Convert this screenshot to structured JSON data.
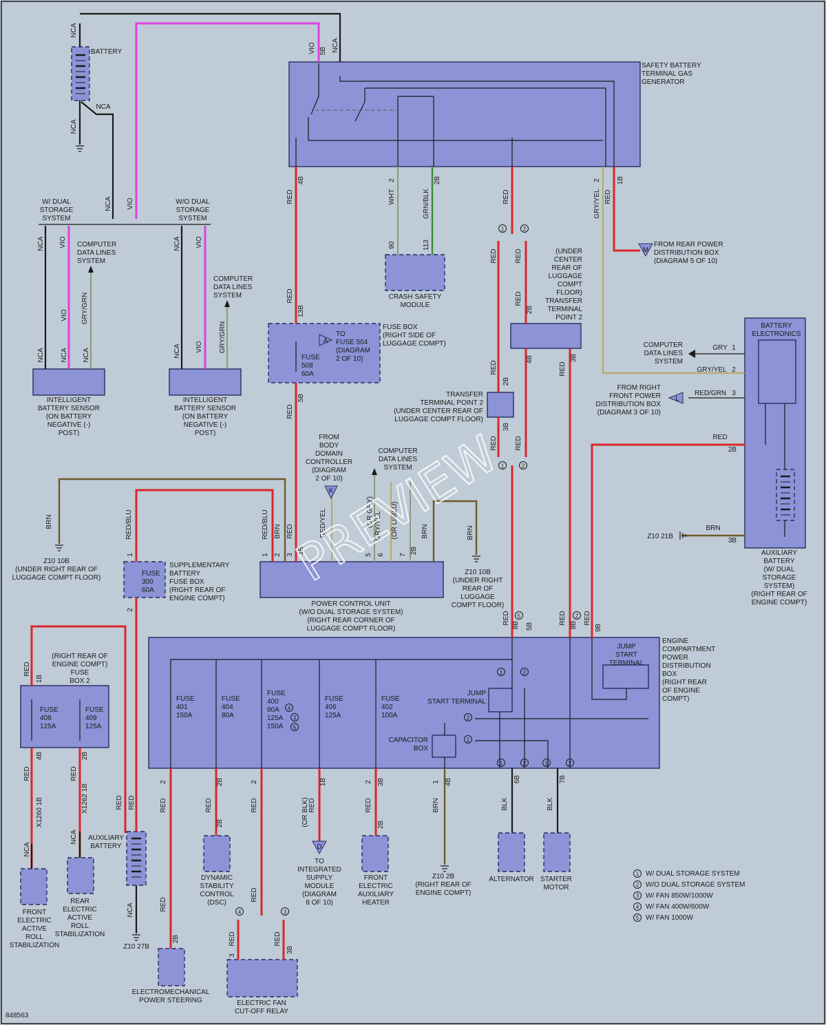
{
  "diagram_id": "848563",
  "watermark": "PREVIEW",
  "labels": {
    "battery": "BATTERY",
    "nca": "NCA",
    "vio": "VIO",
    "safety_battery": [
      "SAFETY BATTERY",
      "TERMINAL GAS",
      "GENERATOR"
    ],
    "w_dual": [
      "W/ DUAL",
      "STORAGE",
      "SYSTEM"
    ],
    "wo_dual": [
      "W/O DUAL",
      "STORAGE",
      "SYSTEM"
    ],
    "computer_data_lines": [
      "COMPUTER",
      "DATA LINES",
      "SYSTEM"
    ],
    "gry_grn": "GRY/GRN",
    "ibs": [
      "INTELLIGENT",
      "BATTERY SENSOR",
      "(ON BATTERY",
      "NEGATIVE (-)",
      "POST)"
    ],
    "crash_safety": [
      "CRASH SAFETY",
      "MODULE"
    ],
    "from_rear_pdb": [
      "FROM REAR POWER",
      "DISTRIBUTION BOX",
      "(DIAGRAM 5 OF 10)"
    ],
    "under_center": [
      "(UNDER",
      "CENTER",
      "REAR OF",
      "LUGGAGE",
      "COMPT",
      "FLOOR)",
      "TRANSFER",
      "TERMINAL",
      "POINT 2"
    ],
    "battery_electronics": [
      "BATTERY",
      "ELECTRONICS"
    ],
    "fuse_box_luggage": [
      "FUSE BOX",
      "(RIGHT SIDE OF",
      "LUGGAGE COMPT)"
    ],
    "to_fuse_504": [
      "TO",
      "FUSE 504",
      "(DIAGRAM",
      "2 OF 10)"
    ],
    "fuse_508": [
      "FUSE",
      "508",
      "60A"
    ],
    "transfer_tp2": [
      "TRANSFER",
      "TERMINAL POINT 2",
      "(UNDER CENTER REAR OF",
      "LUGGAGE COMPT FLOOR)"
    ],
    "from_right_front": [
      "FROM RIGHT",
      "FRONT POWER",
      "DISTRIBUTION BOX",
      "(DIAGRAM 3 OF 10)"
    ],
    "from_bdc": [
      "FROM",
      "BODY",
      "DOMAIN",
      "CONTROLLER",
      "(DIAGRAM",
      "2 OF 10)"
    ],
    "pcu": [
      "POWER CONTROL UNIT",
      "(W/O DUAL STORAGE SYSTEM)",
      "(RIGHT REAR CORNER OF",
      "LUGGAGE COMPT FLOOR)"
    ],
    "z10_10b_left": [
      "Z10 10B",
      "(UNDER RIGHT REAR OF",
      "LUGGAGE COMPT FLOOR)"
    ],
    "z10_10b_right": [
      "Z10 10B",
      "(UNDER RIGHT",
      "REAR OF",
      "LUGGAGE",
      "COMPT FLOOR)"
    ],
    "supp_fuse": [
      "SUPPLEMENTARY",
      "BATTERY",
      "FUSE BOX",
      "(RIGHT REAR OF",
      "ENGINE COMPT)"
    ],
    "fuse_300": [
      "FUSE",
      "300",
      "60A"
    ],
    "z10_21b": "Z10 21B",
    "aux_battery_right": [
      "AUXILIARY",
      "BATTERY",
      "(W/ DUAL",
      "STORAGE",
      "SYSTEM)",
      "(RIGHT REAR OF",
      "ENGINE COMPT)"
    ],
    "ecpdb": [
      "ENGINE",
      "COMPARTMENT",
      "POWER",
      "DISTRIBUTION",
      "BOX",
      "(RIGHT REAR",
      "OF ENGINE",
      "COMPT)"
    ],
    "jump_start_terminal_box": [
      "JUMP",
      "START",
      "TERMINAL"
    ],
    "jump_start_terminal": [
      "JUMP",
      "START TERMINAL"
    ],
    "capacitor_box": [
      "CAPACITOR",
      "BOX"
    ],
    "fuse_box2": [
      "(RIGHT REAR OF",
      "ENGINE COMPT)",
      "FUSE",
      "BOX 2"
    ],
    "fuses": [
      [
        "FUSE",
        "401",
        "150A"
      ],
      [
        "FUSE",
        "404",
        "80A"
      ],
      [
        "FUSE",
        "400",
        "80A",
        "125A",
        "150A"
      ],
      [
        "FUSE",
        "406",
        "125A"
      ],
      [
        "FUSE",
        "402",
        "100A"
      ],
      [
        "FUSE",
        "408",
        "125A"
      ],
      [
        "FUSE",
        "409",
        "125A"
      ]
    ],
    "aux_battery_left": [
      "AUXILIARY",
      "BATTERY"
    ],
    "front_ears": [
      "FRONT",
      "ELECTRIC",
      "ACTIVE",
      "ROLL",
      "STABILIZATION"
    ],
    "rear_ears": [
      "REAR",
      "ELECTRIC",
      "ACTIVE",
      "ROLL",
      "STABILIZATION"
    ],
    "z10_27b": "Z10 27B",
    "dsc": [
      "DYNAMIC",
      "STABILITY",
      "CONTROL",
      "(DSC)"
    ],
    "to_ism": [
      "TO",
      "INTEGRATED",
      "SUPPLY",
      "MODULE",
      "(DIAGRAM",
      "8 OF 10)"
    ],
    "aux_heater": [
      "FRONT",
      "ELECTRIC",
      "AUXILIARY",
      "HEATER"
    ],
    "z10_2b": [
      "Z10 2B",
      "(RIGHT REAR OF",
      "ENGINE COMPT)"
    ],
    "alternator": "ALTERNATOR",
    "starter": [
      "STARTER",
      "MOTOR"
    ],
    "eps": [
      "ELECTROMECHANICAL",
      "POWER STEERING"
    ],
    "fan_relay": [
      "ELECTRIC FAN",
      "CUT-OFF RELAY"
    ]
  },
  "legend": [
    {
      "num": "1",
      "text": "W/ DUAL STORAGE SYSTEM"
    },
    {
      "num": "2",
      "text": "W/O DUAL STORAGE SYSTEM"
    },
    {
      "num": "3",
      "text": "W/ FAN 850W/1000W"
    },
    {
      "num": "4",
      "text": "W/ FAN 400W/600W"
    },
    {
      "num": "5",
      "text": "W/ FAN 1000W"
    }
  ],
  "wire_colors": {
    "red": "RED",
    "blk": "BLK",
    "brn": "BRN",
    "vio": "VIO",
    "nca": "NCA",
    "wht": "WHT",
    "grn_blk": "GRN/BLK",
    "gry_yel": "GRY/YEL",
    "gry": "GRY",
    "red_grn": "RED/GRN",
    "red_blu": "RED/BLU",
    "red_yel": "RED/YEL",
    "or_gry": "(OR GRY)",
    "gry_yel2": "GRY/YEL",
    "or_lilblu": "(OR LI/BLU)",
    "or_blk": "(OR BLK)"
  },
  "pins": {
    "p4b": "4B",
    "p5b": "5B",
    "p2": "2",
    "p2b": "2B",
    "p1": "1",
    "p1b": "1B",
    "p13b": "13B",
    "p90": "90",
    "p113": "113",
    "p8b": "8B",
    "p9b": "9B",
    "p3b": "3B",
    "p6b": "6B",
    "p7b": "7B",
    "p3": "3",
    "p5": "5",
    "p6": "6",
    "p7": "7",
    "x1260": "X1260 1B",
    "x1262": "X1262 1B"
  },
  "connector_letters": {
    "a": "A",
    "m": "M",
    "l": "L",
    "k": "K",
    "d": "D"
  }
}
